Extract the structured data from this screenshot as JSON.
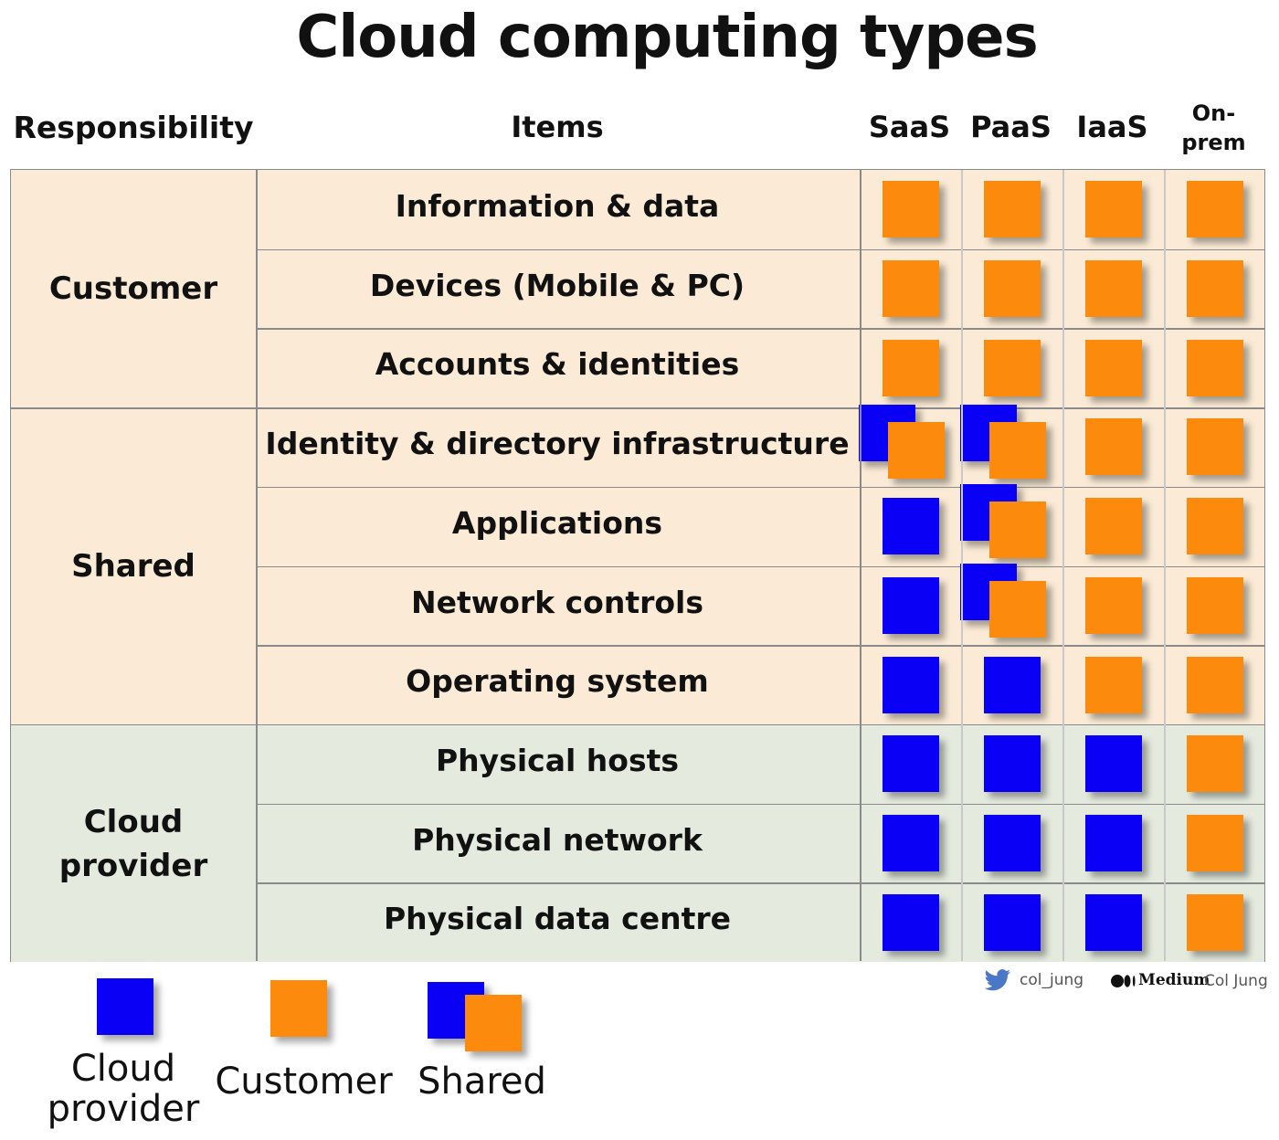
{
  "title": "Cloud computing types",
  "headers": {
    "responsibility": "Responsibility",
    "items": "Items",
    "columns": [
      "SaaS",
      "PaaS",
      "IaaS"
    ],
    "onprem_line1": "On-",
    "onprem_line2": "prem"
  },
  "groups": {
    "customer": "Customer",
    "shared": "Shared",
    "cloud_line1": "Cloud",
    "cloud_line2": "provider"
  },
  "rows": [
    {
      "label": "Information & data",
      "cells": [
        "customer",
        "customer",
        "customer",
        "customer"
      ]
    },
    {
      "label": "Devices (Mobile & PC)",
      "cells": [
        "customer",
        "customer",
        "customer",
        "customer"
      ]
    },
    {
      "label": "Accounts & identities",
      "cells": [
        "customer",
        "customer",
        "customer",
        "customer"
      ]
    },
    {
      "label": "Identity & directory infrastructure",
      "cells": [
        "shared",
        "shared",
        "customer",
        "customer"
      ]
    },
    {
      "label": "Applications",
      "cells": [
        "cloud",
        "shared",
        "customer",
        "customer"
      ]
    },
    {
      "label": "Network controls",
      "cells": [
        "cloud",
        "shared",
        "customer",
        "customer"
      ]
    },
    {
      "label": "Operating system",
      "cells": [
        "cloud",
        "cloud",
        "customer",
        "customer"
      ]
    },
    {
      "label": "Physical hosts",
      "cells": [
        "cloud",
        "cloud",
        "cloud",
        "customer"
      ]
    },
    {
      "label": "Physical network",
      "cells": [
        "cloud",
        "cloud",
        "cloud",
        "customer"
      ]
    },
    {
      "label": "Physical data centre",
      "cells": [
        "cloud",
        "cloud",
        "cloud",
        "customer"
      ]
    }
  ],
  "legend": {
    "cloud_line1": "Cloud",
    "cloud_line2": "provider",
    "customer": "Customer",
    "shared": "Shared"
  },
  "credits": {
    "twitter_handle": "col_jung",
    "medium_logo": "Medium",
    "medium_author": "Col Jung"
  },
  "colors": {
    "cloud": "#0a00f5",
    "customer": "#fc8a0c",
    "band_customer_shared": "#fbebd6",
    "band_cloud": "#e4ebde"
  },
  "icons": [
    "twitter-bird-icon",
    "medium-logo-icon"
  ]
}
